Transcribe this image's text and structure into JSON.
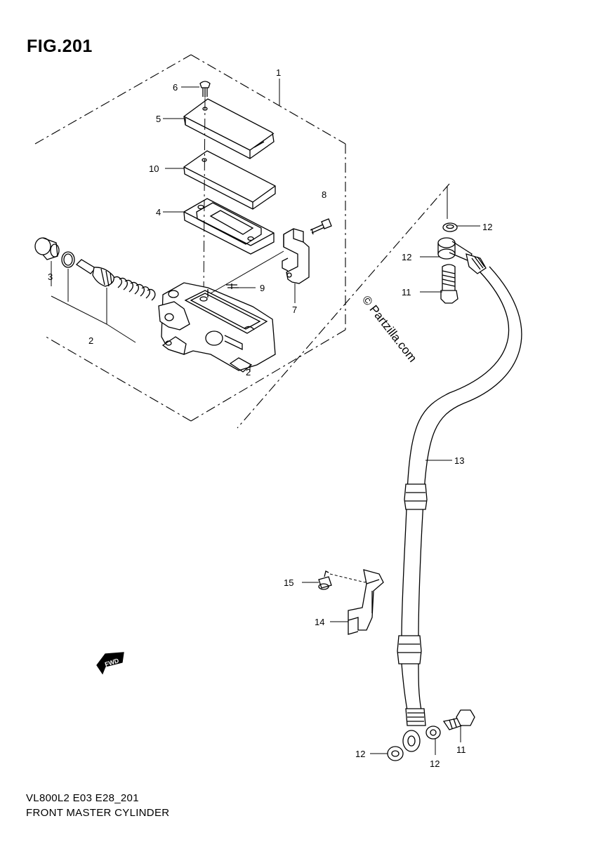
{
  "figure": {
    "title": "FIG.201",
    "model_code": "VL800L2 E03 E28_201",
    "caption": "FRONT MASTER CYLINDER",
    "watermark": "© Partzilla.com",
    "fwd_mark": "FWD"
  },
  "callouts": [
    {
      "id": "c1",
      "text": "1"
    },
    {
      "id": "c6",
      "text": "6"
    },
    {
      "id": "c5",
      "text": "5"
    },
    {
      "id": "c10",
      "text": "10"
    },
    {
      "id": "c8",
      "text": "8"
    },
    {
      "id": "c4",
      "text": "4"
    },
    {
      "id": "c3",
      "text": "3"
    },
    {
      "id": "c9",
      "text": "9"
    },
    {
      "id": "c7",
      "text": "7"
    },
    {
      "id": "c2a",
      "text": "2"
    },
    {
      "id": "c2b",
      "text": "2"
    },
    {
      "id": "c12a",
      "text": "12"
    },
    {
      "id": "c12b",
      "text": "12"
    },
    {
      "id": "c11a",
      "text": "11"
    },
    {
      "id": "c13",
      "text": "13"
    },
    {
      "id": "c15",
      "text": "15"
    },
    {
      "id": "c14",
      "text": "14"
    },
    {
      "id": "c12c",
      "text": "12"
    },
    {
      "id": "c12d",
      "text": "12"
    },
    {
      "id": "c11b",
      "text": "11"
    }
  ]
}
